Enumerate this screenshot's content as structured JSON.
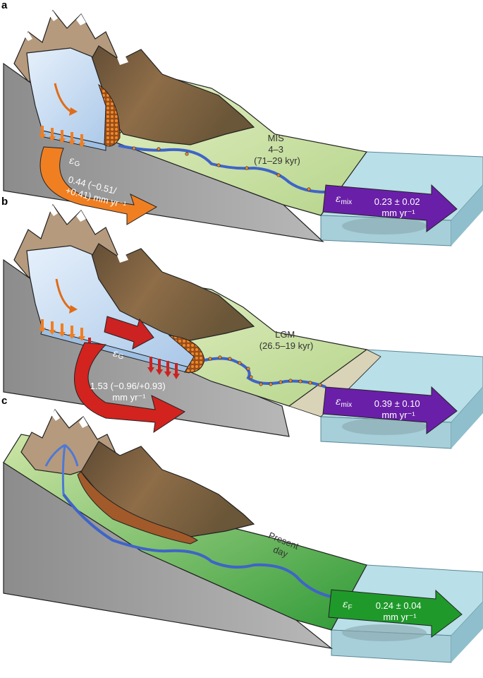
{
  "panels": [
    {
      "letter": "a",
      "period_lines": [
        "MIS",
        "4–3",
        "(71–29 kyr)"
      ],
      "glacial_symbol": "ε",
      "glacial_sub": "G",
      "glacial_value_lines": [
        "0.44 (−0.51/",
        "+0.41) mm yr⁻¹"
      ],
      "outlet_symbol": "ε",
      "outlet_sub": "mix",
      "outlet_value_lines": [
        "0.23 ± 0.02",
        "mm yr⁻¹"
      ],
      "colors": {
        "glacial_arrow": "#f07f22",
        "outlet_arrow": "#6a1fa8"
      }
    },
    {
      "letter": "b",
      "period_lines": [
        "LGM",
        "(26.5–19 kyr)"
      ],
      "glacial_symbol": "ε",
      "glacial_sub": "G",
      "glacial_value_lines": [
        "1.53 (−0.96/+0.93)",
        "mm yr⁻¹"
      ],
      "outlet_symbol": "ε",
      "outlet_sub": "mix",
      "outlet_value_lines": [
        "0.39 ± 0.10",
        "mm yr⁻¹"
      ],
      "colors": {
        "glacial_arrow": "#d2231f",
        "outlet_arrow": "#6a1fa8"
      }
    },
    {
      "letter": "c",
      "period_lines": [
        "Present",
        "day"
      ],
      "outlet_symbol": "ε",
      "outlet_sub": "F",
      "outlet_value_lines": [
        "0.24 ± 0.04",
        "mm yr⁻¹"
      ],
      "colors": {
        "outlet_arrow": "#1f9a2a"
      }
    }
  ],
  "colors": {
    "ice": "#c8dcf1",
    "valley_green": "#c2dc9a",
    "fjord_water": "#b6dde6",
    "rock_face": "#a8a8a8",
    "mountain_brown": "#8a6a48",
    "river": "#3f64c8",
    "sediment": "#e07a20"
  }
}
